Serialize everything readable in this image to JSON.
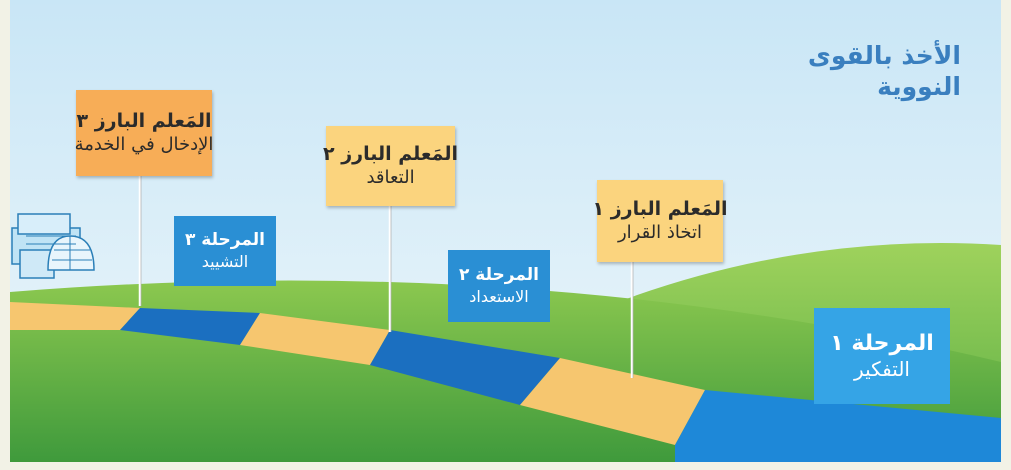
{
  "title": {
    "line1": "الأخذ بالقوى",
    "line2": "النووية"
  },
  "milestones": [
    {
      "label": "المَعلم البارز ١",
      "text": "اتخاذ القرار"
    },
    {
      "label": "المَعلم البارز ٢",
      "text": "التعاقد"
    },
    {
      "label": "المَعلم البارز ٣",
      "text": "الإدخال في الخدمة"
    }
  ],
  "phases": [
    {
      "label": "المرحلة ١",
      "text": "التفكير"
    },
    {
      "label": "المرحلة ٢",
      "text": "الاستعداد"
    },
    {
      "label": "المرحلة ٣",
      "text": "التشييد"
    }
  ],
  "colors": {
    "background": "#f2f2e6",
    "sky": "#d6ecf7",
    "hill": "#5fb04a",
    "road_light": "#f6c66f",
    "road_blue": "#1b6fc0",
    "sign_yellow": "#fbd47e",
    "sign_orange": "#f7ad57",
    "phase_blue": "#2a8fd4",
    "title_blue": "#3a7fbf"
  },
  "icons": {
    "plant": "nuclear-plant-icon"
  }
}
